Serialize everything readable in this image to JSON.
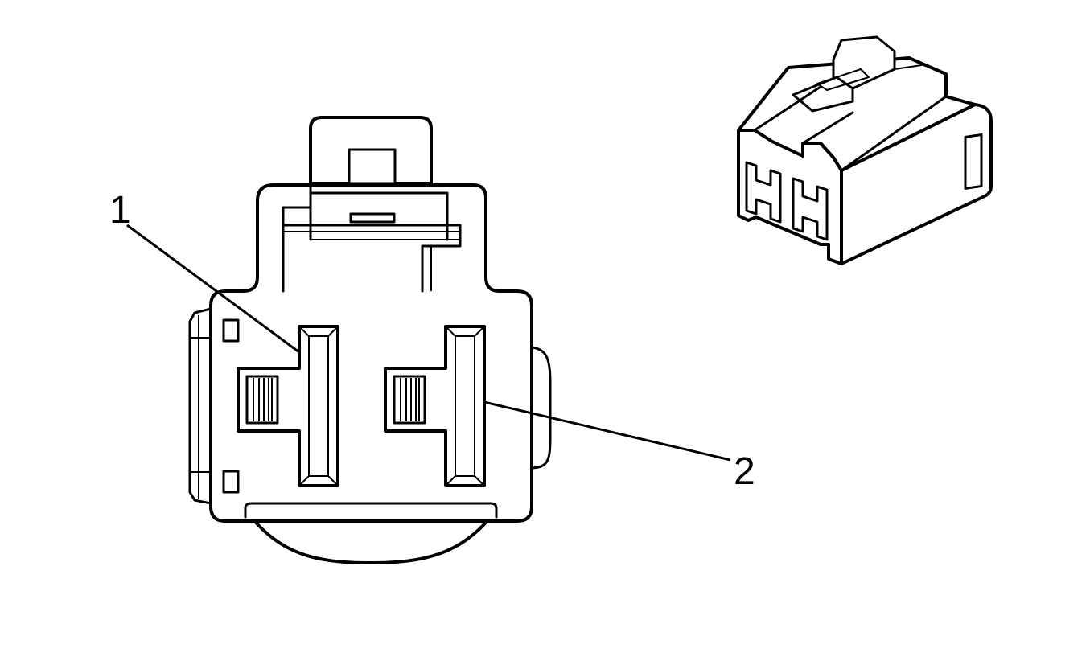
{
  "callouts": [
    {
      "id": 1,
      "label": "1"
    },
    {
      "id": 2,
      "label": "2"
    }
  ],
  "colors": {
    "line": "#000000",
    "background": "#ffffff"
  },
  "icons": [
    "connector-face-view",
    "connector-isometric-view"
  ]
}
